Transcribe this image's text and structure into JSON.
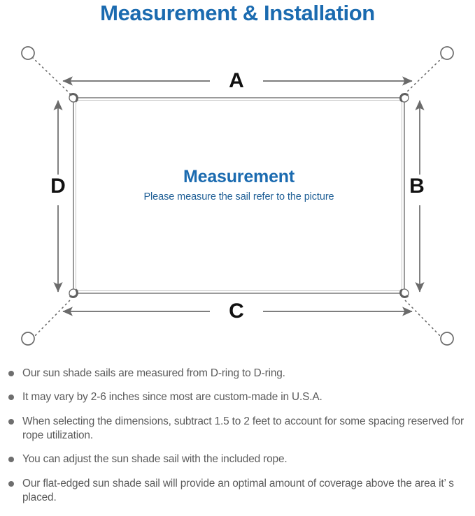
{
  "page": {
    "title": "Measurement & Installation",
    "title_color": "#1b6bb0"
  },
  "diagram": {
    "center": {
      "heading": "Measurement",
      "subtitle": "Please measure the sail refer to the picture",
      "heading_color": "#1b6bb0",
      "subtitle_color": "#1f5f96"
    },
    "dimensions": {
      "top": "A",
      "right": "B",
      "bottom": "C",
      "left": "D"
    },
    "line_color": "#6b6b6b",
    "sail_stroke": "#7a7a7a",
    "icons": {
      "d_ring": "d-ring-icon",
      "anchor_ring": "anchor-ring-icon",
      "rope": "dotted-rope-line"
    }
  },
  "notes": {
    "bullet_color": "#6e6e6e",
    "text_color": "#5b5b5b",
    "items": [
      "Our sun shade sails are measured from D-ring to D-ring.",
      "It may vary by 2-6 inches since most are custom-made in U.S.A.",
      "When selecting the dimensions, subtract 1.5 to 2 feet to account for some spacing reserved for rope utilization.",
      "You can adjust the sun shade sail with the included rope.",
      "Our flat-edged sun shade sail will provide an optimal amount of coverage above the area it’  s placed."
    ]
  }
}
